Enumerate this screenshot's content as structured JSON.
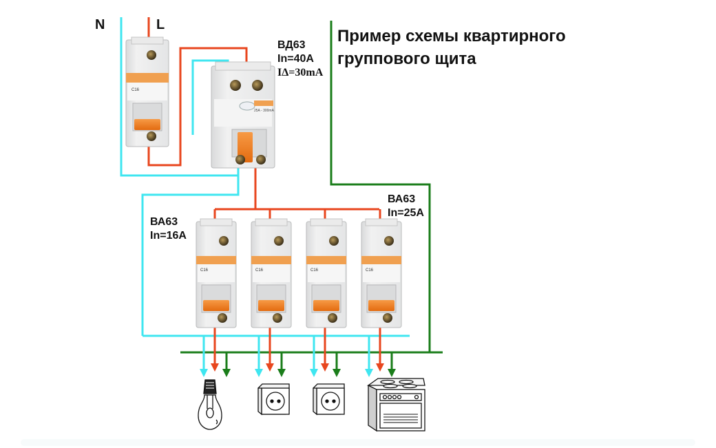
{
  "title": {
    "line1": "Пример схемы квартирного",
    "line2": "группового щита"
  },
  "terminals": {
    "neutral": "N",
    "line": "L"
  },
  "rcd": {
    "model": "ВД63",
    "rated_current": "In=40A",
    "leakage_current": "IΔ=30mA",
    "face_rating": "25A - 300mA"
  },
  "main_breaker": {
    "face_curve": "C16"
  },
  "group_breakers": {
    "label_left": {
      "model": "ВА63",
      "rated_current": "In=16A"
    },
    "label_right": {
      "model": "ВА63",
      "rated_current": "In=25A"
    },
    "items": [
      {
        "curve": "C16"
      },
      {
        "curve": "C16"
      },
      {
        "curve": "C16"
      },
      {
        "curve": "C16"
      }
    ]
  },
  "loads": [
    {
      "type": "light-bulb"
    },
    {
      "type": "socket"
    },
    {
      "type": "socket"
    },
    {
      "type": "electric-stove"
    }
  ],
  "wire_colors": {
    "neutral": "#3fe6f0",
    "phase": "#e8461e",
    "earth": "#1a7d1a",
    "breaker_handle": "#f07a1e"
  }
}
